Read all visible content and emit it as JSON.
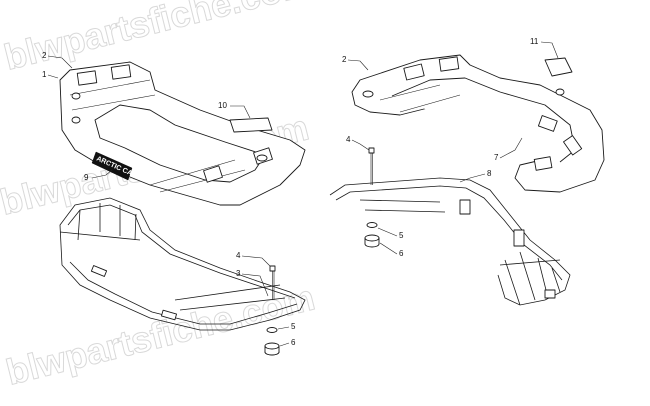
{
  "watermark": {
    "text": "blwpartsfiche.com"
  },
  "decal_text": "ARCTIC CAT",
  "callouts": [
    {
      "id": "c1",
      "label": "1"
    },
    {
      "id": "c2a",
      "label": "2"
    },
    {
      "id": "c2b",
      "label": "2"
    },
    {
      "id": "c3",
      "label": "3"
    },
    {
      "id": "c4a",
      "label": "4"
    },
    {
      "id": "c4b",
      "label": "4"
    },
    {
      "id": "c5a",
      "label": "5"
    },
    {
      "id": "c5b",
      "label": "5"
    },
    {
      "id": "c6a",
      "label": "6"
    },
    {
      "id": "c6b",
      "label": "6"
    },
    {
      "id": "c7",
      "label": "7"
    },
    {
      "id": "c8",
      "label": "8"
    },
    {
      "id": "c9",
      "label": "9"
    },
    {
      "id": "c10",
      "label": "10"
    },
    {
      "id": "c11",
      "label": "11"
    }
  ]
}
